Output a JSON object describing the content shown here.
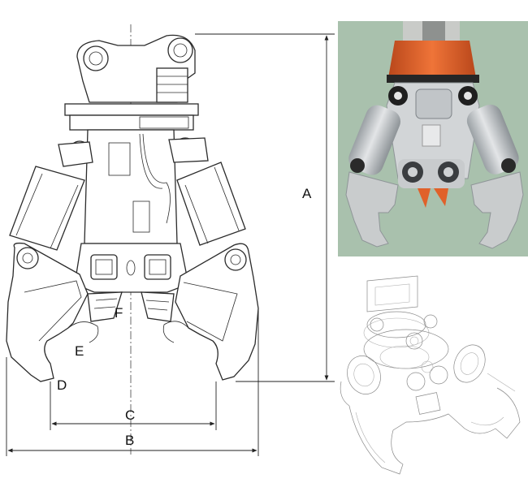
{
  "diagram": {
    "dimension_labels": {
      "A": "A",
      "B": "B",
      "C": "C",
      "D": "D",
      "E": "E",
      "F": "F"
    },
    "colors": {
      "photo_background": "#a9c1ad",
      "body_gray": "#d3d6d8",
      "orange_rotator": "#e0612a",
      "line_ink": "#2b2b2b"
    }
  }
}
